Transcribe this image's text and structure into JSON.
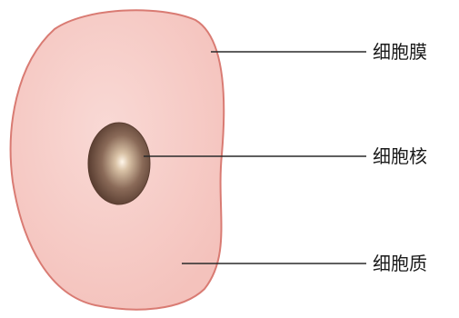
{
  "labels": {
    "membrane": "细胞膜",
    "nucleus": "细胞核",
    "cytoplasm": "细胞质"
  },
  "colors": {
    "cell_fill": "#f6c9c4",
    "cell_outline": "#d97b73",
    "nucleus_dark": "#5a3d30",
    "nucleus_mid": "#8a6a58",
    "leader_line": "#2a2a2a",
    "label_text": "#1a1a1a"
  }
}
